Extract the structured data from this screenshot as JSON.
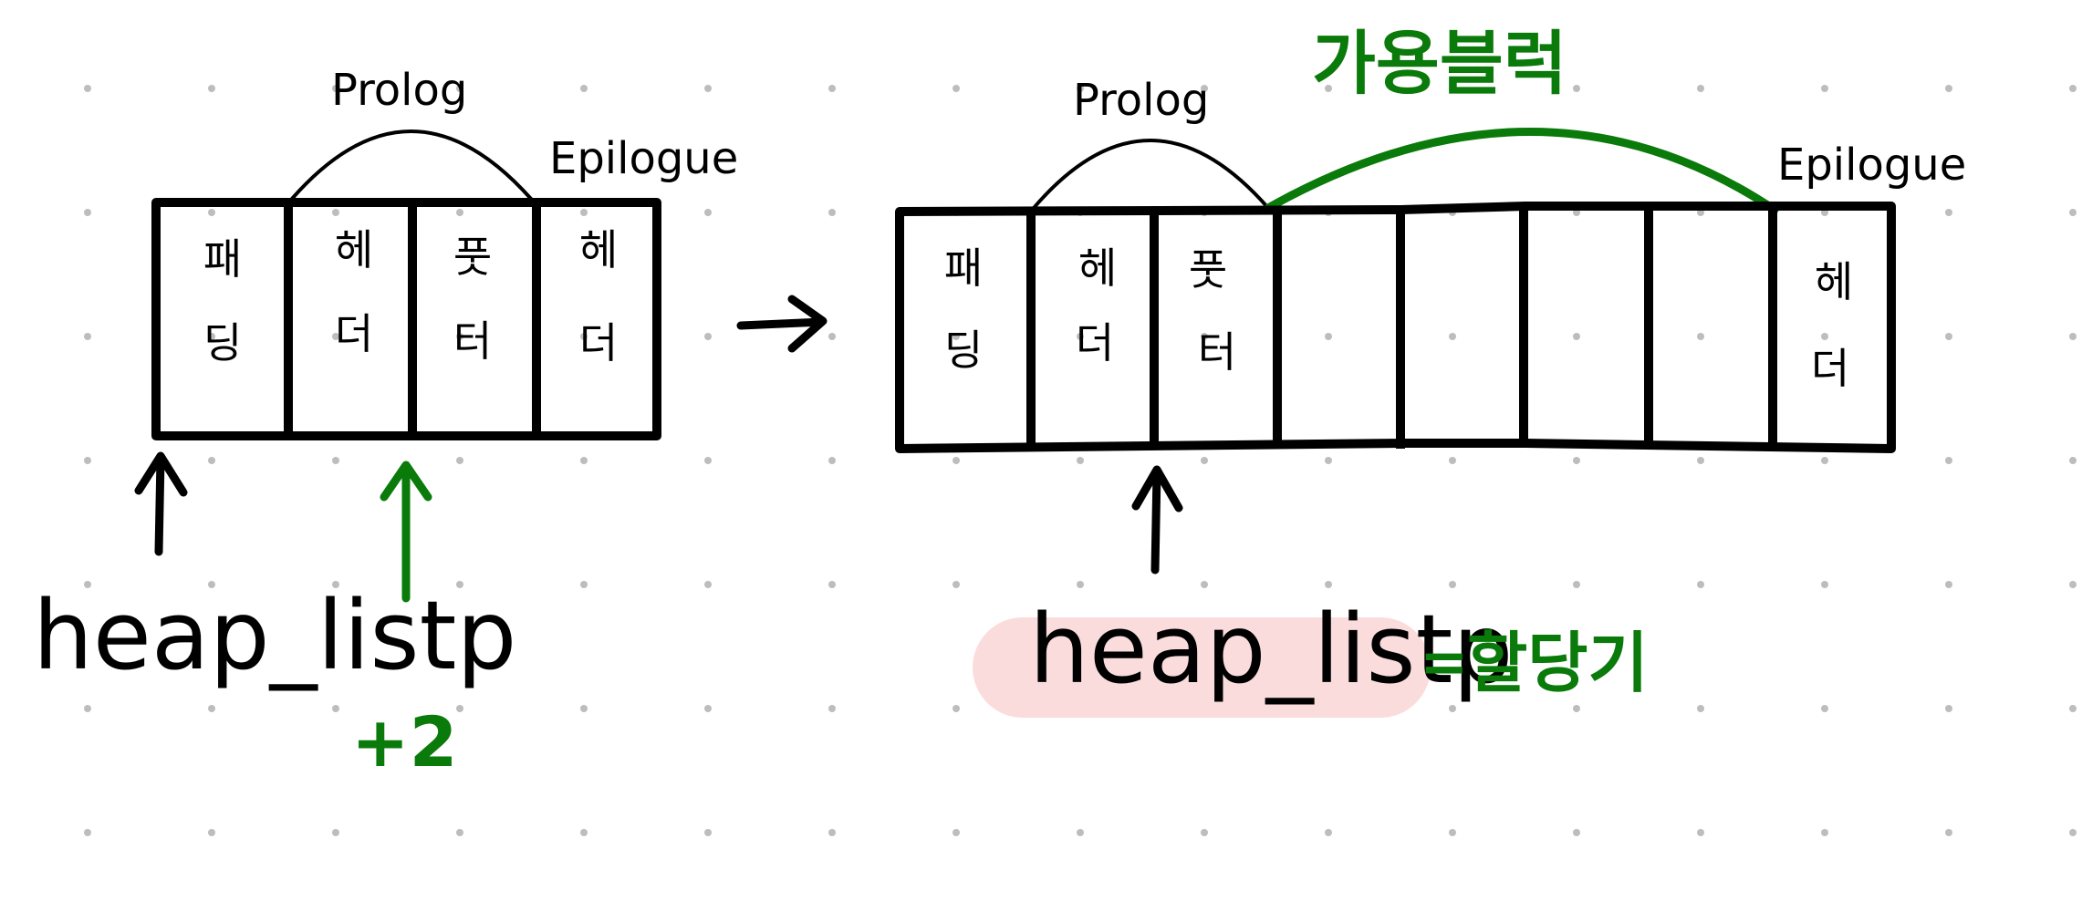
{
  "colors": {
    "ink": "#000000",
    "accent": "#0a7a0a",
    "highlight": "#fbdcdc",
    "dot": "#bdbdbd"
  },
  "left": {
    "prolog": "Prolog",
    "epilogue": "Epilogue",
    "cells": [
      "패딩",
      "헤더",
      "풋터",
      "헤더"
    ],
    "pointer_label": "heap_listp",
    "offset_label": "+2"
  },
  "right": {
    "prolog": "Prolog",
    "epilogue": "Epilogue",
    "free_block": "가용블럭",
    "cells": [
      "패딩",
      "헤더",
      "풋터",
      "",
      "",
      "",
      "",
      "헤더"
    ],
    "pointer_label": "heap_listp",
    "equals": "=",
    "pointer_note": "할당기"
  }
}
